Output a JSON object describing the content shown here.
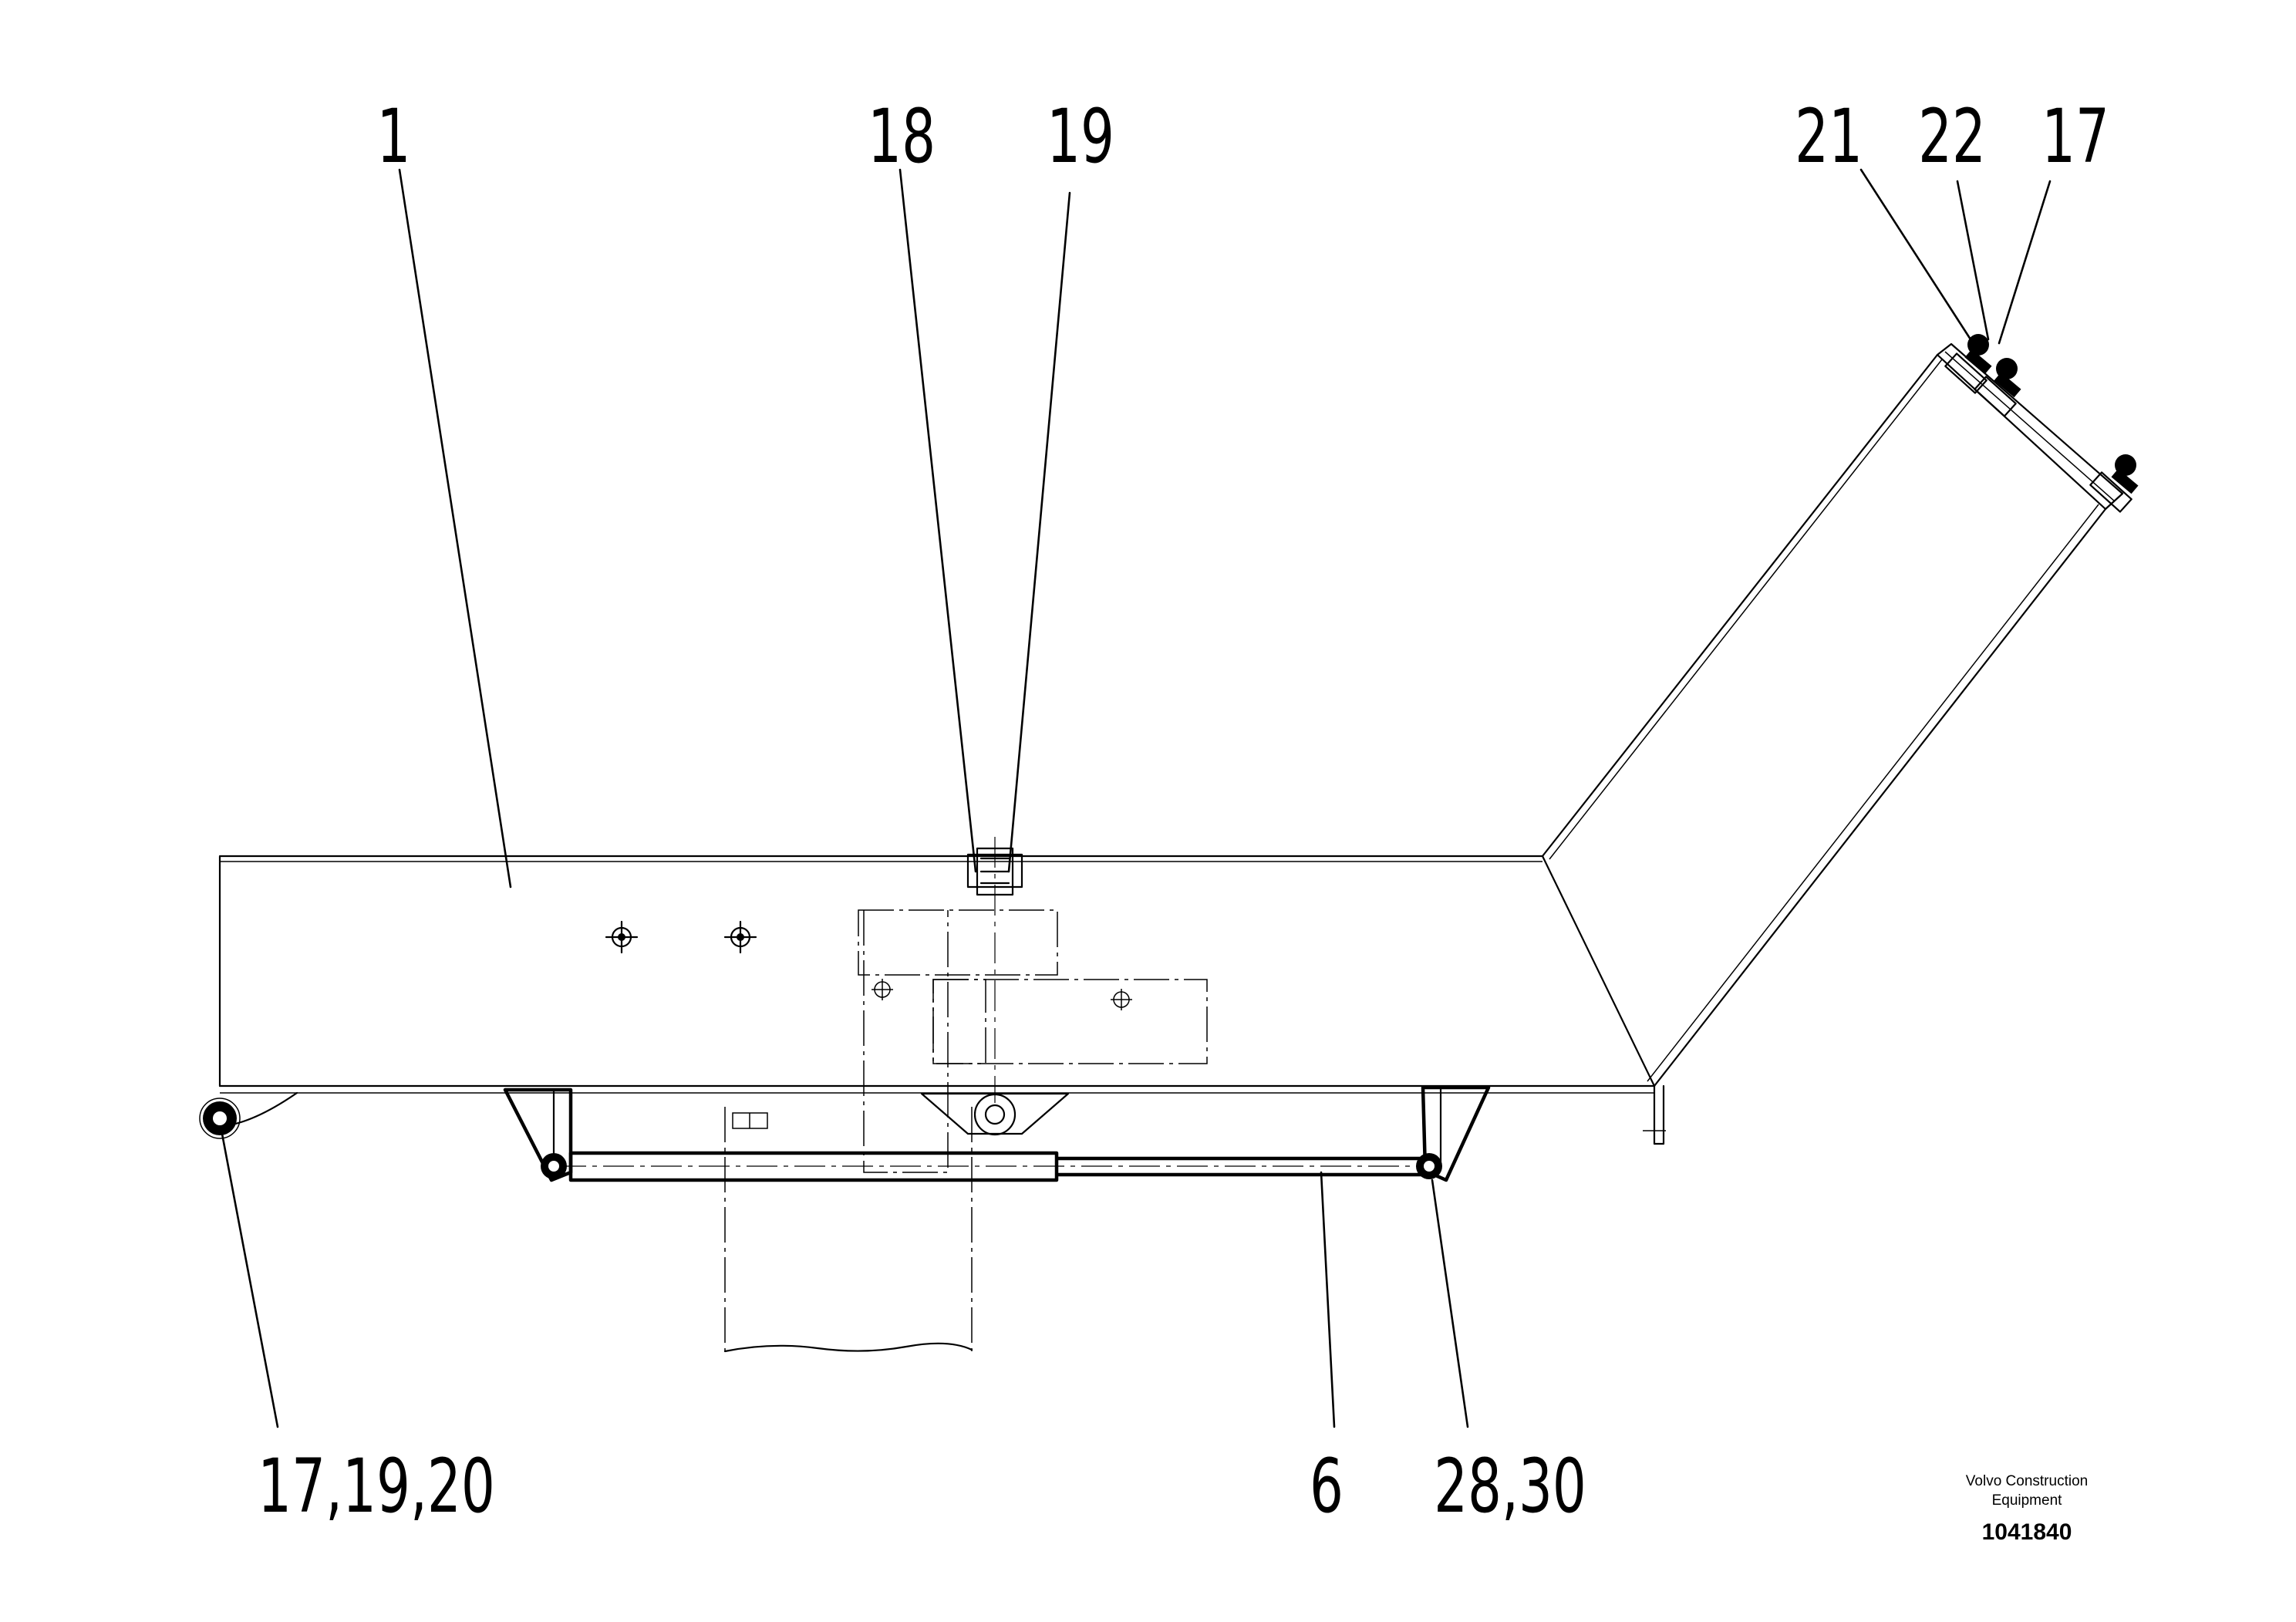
{
  "callouts": {
    "c1": "1",
    "c18": "18",
    "c19": "19",
    "c21": "21",
    "c22": "22",
    "c17": "17",
    "c17_19_20": "17,19,20",
    "c6": "6",
    "c28_30": "28,30"
  },
  "footer": {
    "company_line1": "Volvo Construction",
    "company_line2": "Equipment",
    "drawing_number": "1041840"
  }
}
